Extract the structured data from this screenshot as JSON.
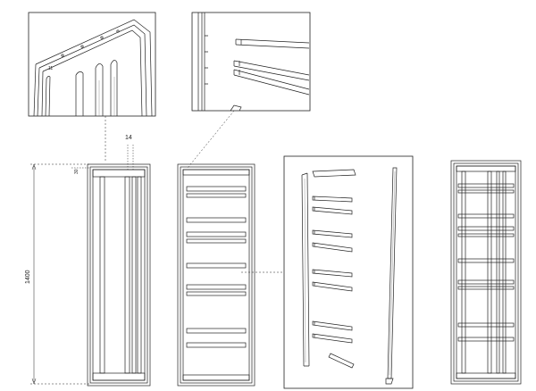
{
  "labels": {
    "overall_height": "1400",
    "bar_width": "14",
    "top_offset": "30",
    "detail_bar_label": "11"
  },
  "colors": {
    "line": "#222222",
    "light": "#777777",
    "background": "#ffffff"
  },
  "views": [
    "detail-top-corner",
    "detail-rail-ends",
    "front-vertical-bars",
    "front-horizontal-bars",
    "exploded-parts",
    "assembled-frame"
  ]
}
